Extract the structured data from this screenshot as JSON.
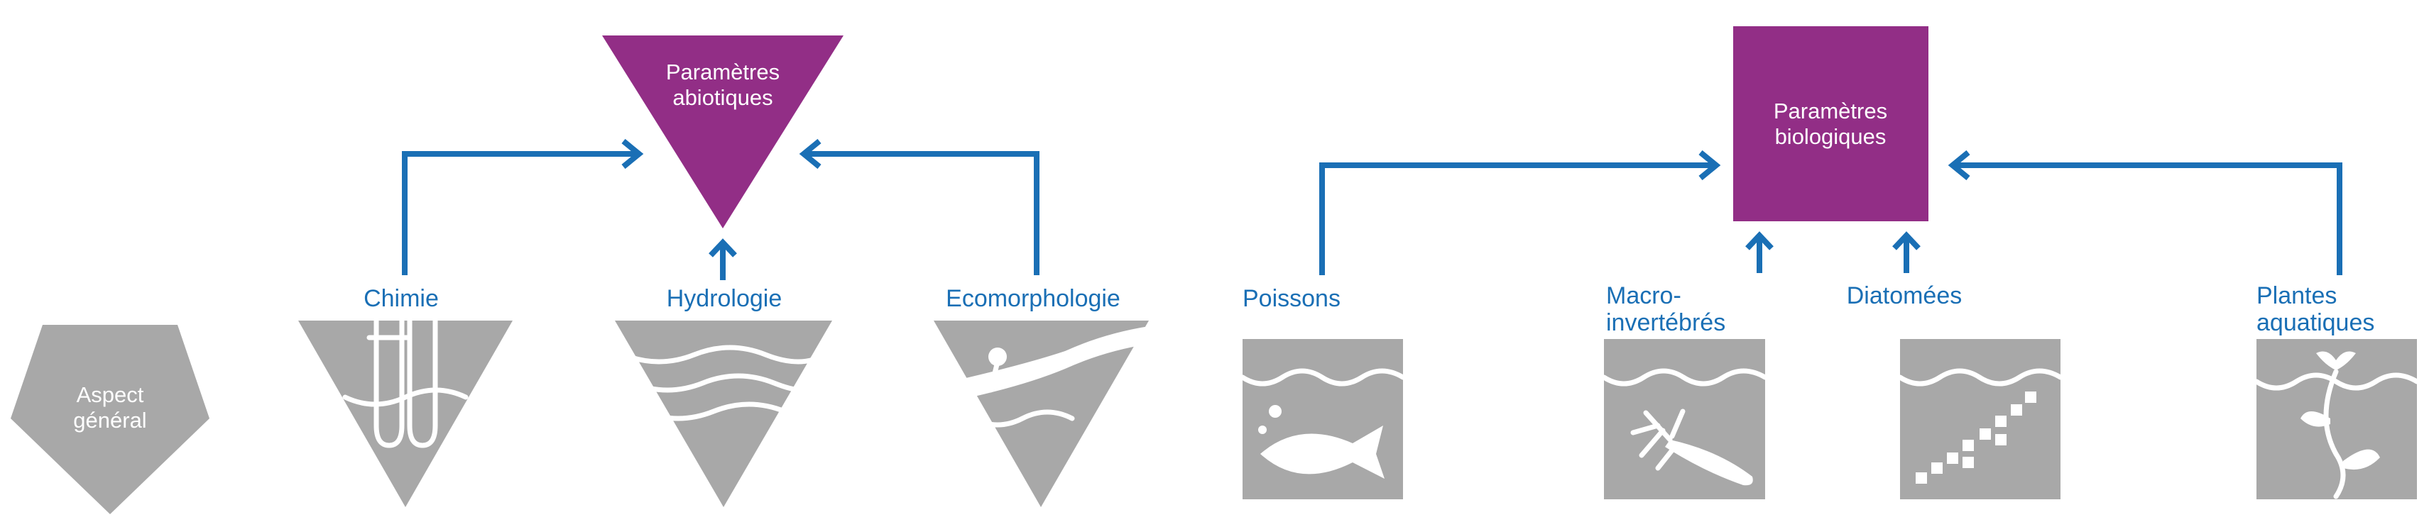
{
  "colors": {
    "accent_blue": "#1a6fb5",
    "highlight_purple": "#922e86",
    "icon_gray": "#a8a8a8",
    "background": "#ffffff"
  },
  "aspect_general": {
    "line1": "Aspect",
    "line2": "général",
    "shape": "pentagon"
  },
  "abiotic": {
    "hub": {
      "line1": "Paramètres",
      "line2": "abiotiques",
      "shape": "triangle-down"
    },
    "indicators": [
      {
        "label": "Chimie",
        "icon": "test-tubes-icon"
      },
      {
        "label": "Hydrologie",
        "icon": "water-waves-icon"
      },
      {
        "label": "Ecomorphologie",
        "icon": "riverbank-icon"
      }
    ]
  },
  "biotic": {
    "hub": {
      "line1": "Paramètres",
      "line2": "biologiques",
      "shape": "square"
    },
    "indicators": [
      {
        "label": "Poissons",
        "label2": "",
        "icon": "fish-icon"
      },
      {
        "label": "Macro-",
        "label2": "invertébrés",
        "icon": "insect-larva-icon"
      },
      {
        "label": "Diatomées",
        "label2": "",
        "icon": "diatom-chain-icon"
      },
      {
        "label": "Plantes",
        "label2": "aquatiques",
        "icon": "aquatic-plant-icon"
      }
    ]
  }
}
